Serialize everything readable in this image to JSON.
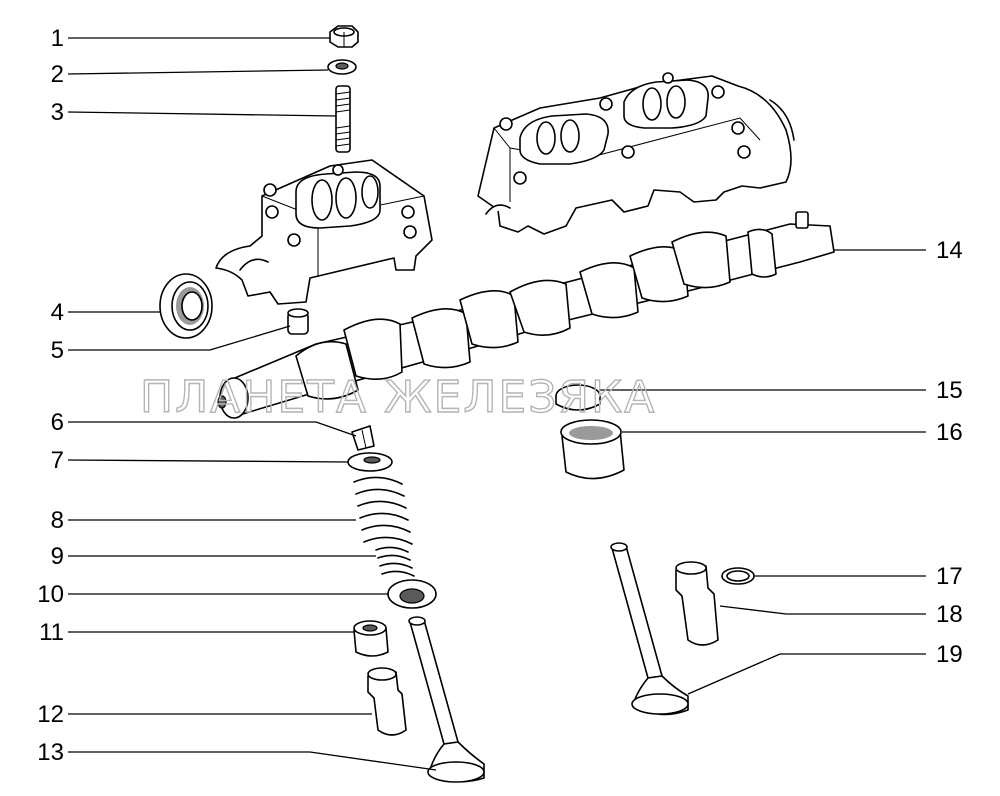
{
  "watermark": "ПЛАНЕТА ЖЕЛЕЗЯКА",
  "callouts": [
    "1",
    "2",
    "3",
    "4",
    "5",
    "6",
    "7",
    "8",
    "9",
    "10",
    "11",
    "12",
    "13",
    "14",
    "15",
    "16",
    "17",
    "18",
    "19"
  ]
}
